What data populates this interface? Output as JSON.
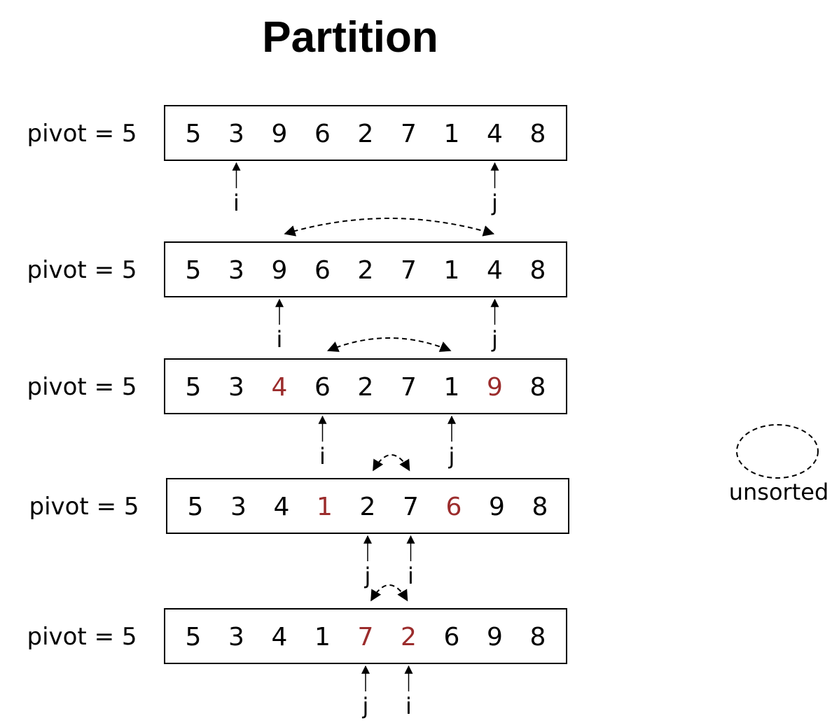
{
  "title": "Partition",
  "pivot_label": "pivot = 5",
  "highlight_color": "#9b2c2c",
  "text_color": "#000000",
  "legend": {
    "label": "unsorted"
  },
  "rows": [
    {
      "values": [
        5,
        3,
        9,
        6,
        2,
        7,
        1,
        4,
        8
      ],
      "highlighted": [],
      "i_index": 1,
      "j_index": 7
    },
    {
      "values": [
        5,
        3,
        9,
        6,
        2,
        7,
        1,
        4,
        8
      ],
      "highlighted": [],
      "i_index": 2,
      "j_index": 7
    },
    {
      "values": [
        5,
        3,
        4,
        6,
        2,
        7,
        1,
        9,
        8
      ],
      "highlighted": [
        2,
        7
      ],
      "i_index": 3,
      "j_index": 6
    },
    {
      "values": [
        5,
        3,
        4,
        1,
        2,
        7,
        6,
        9,
        8
      ],
      "highlighted": [
        3,
        6
      ],
      "i_index": 5,
      "j_index": 4
    },
    {
      "values": [
        5,
        3,
        4,
        1,
        7,
        2,
        6,
        9,
        8
      ],
      "highlighted": [
        4,
        5
      ],
      "i_index": 5,
      "j_index": 4
    }
  ],
  "swaps": [
    {
      "from_index": 2,
      "to_index": 7
    },
    {
      "from_index": 3,
      "to_index": 6
    },
    {
      "from_index": 4,
      "to_index": 5
    },
    {
      "from_index": 4,
      "to_index": 5
    }
  ],
  "pointer_labels": {
    "i": "i",
    "j": "j"
  }
}
